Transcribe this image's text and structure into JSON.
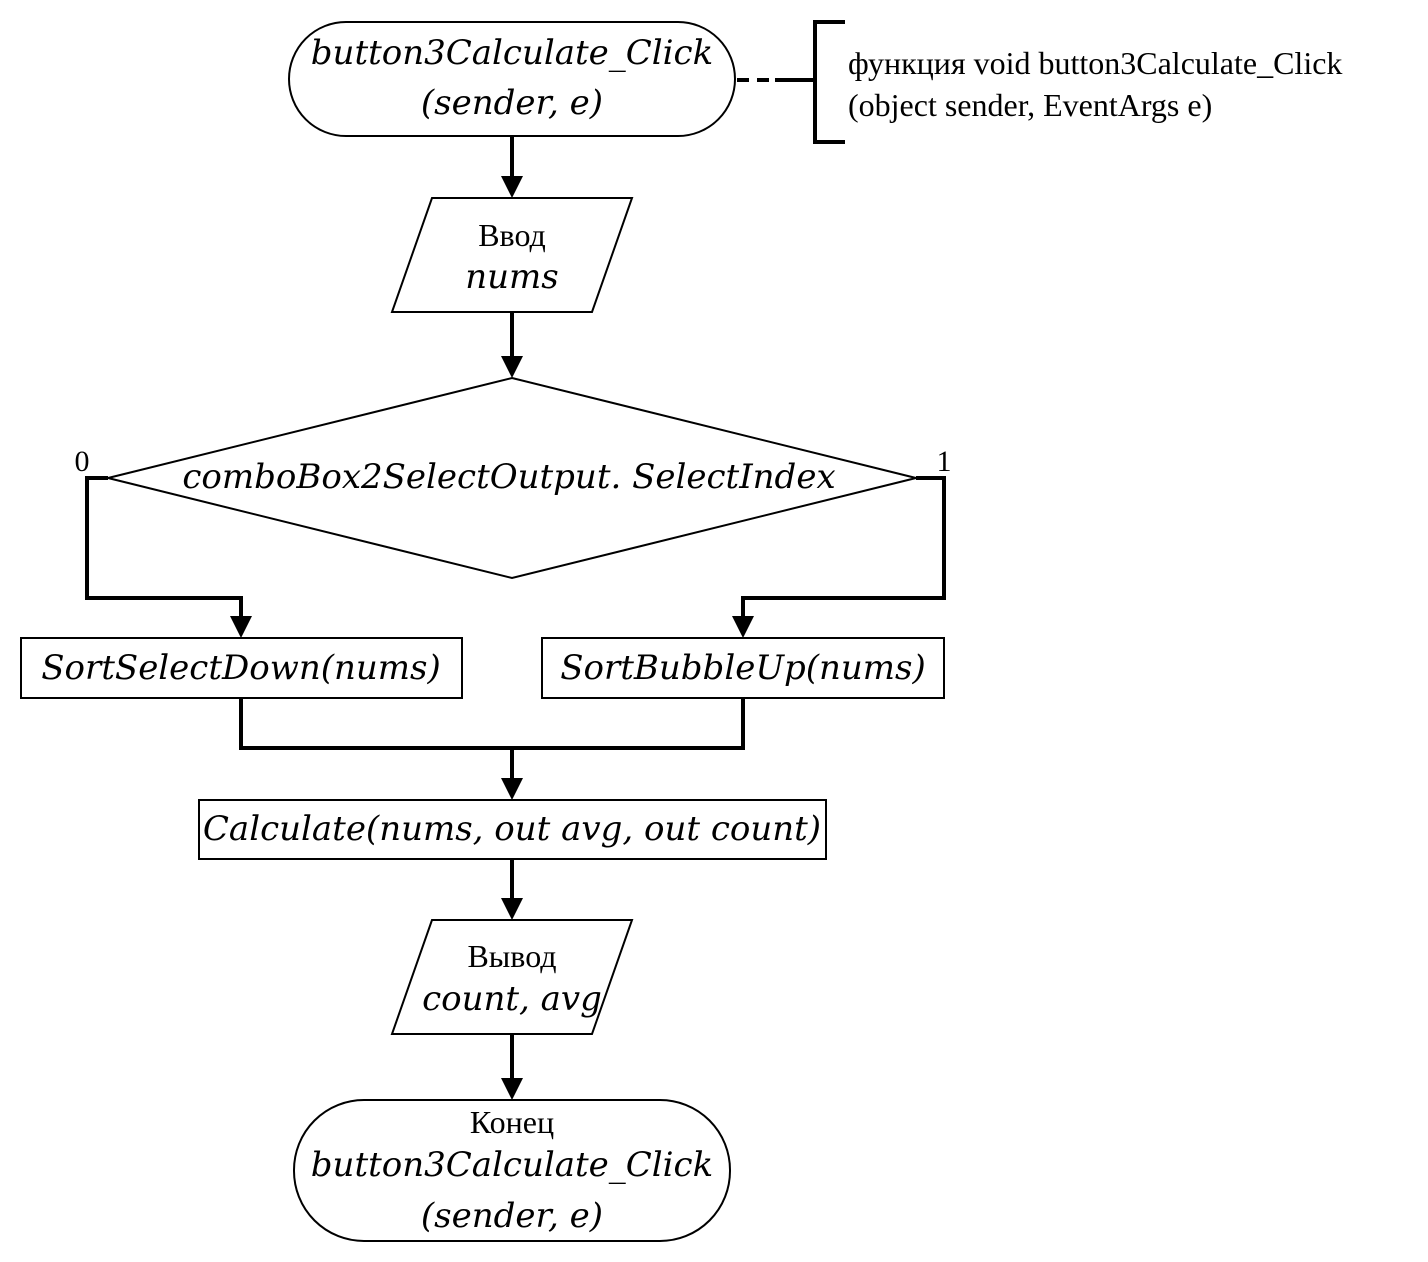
{
  "start": {
    "name": "button3Calculate_Click",
    "params": "(sender, e)"
  },
  "annotation": {
    "line1": "функция void button3Calculate_Click",
    "line2": "(object sender, EventArgs e)"
  },
  "input_block": {
    "label": "Ввод",
    "var": "nums"
  },
  "decision": {
    "condition": "comboBox2SelectOutput. SelectIndex",
    "branch_left": "0",
    "branch_right": "1"
  },
  "process_left": "SortSelectDown(nums)",
  "process_right": "SortBubbleUp(nums)",
  "process_calc": "Calculate(nums, out avg, out count)",
  "output_block": {
    "label": "Вывод",
    "vars": "count, avg"
  },
  "end": {
    "label": "Конец",
    "name": "button3Calculate_Click",
    "params": "(sender, e)"
  }
}
